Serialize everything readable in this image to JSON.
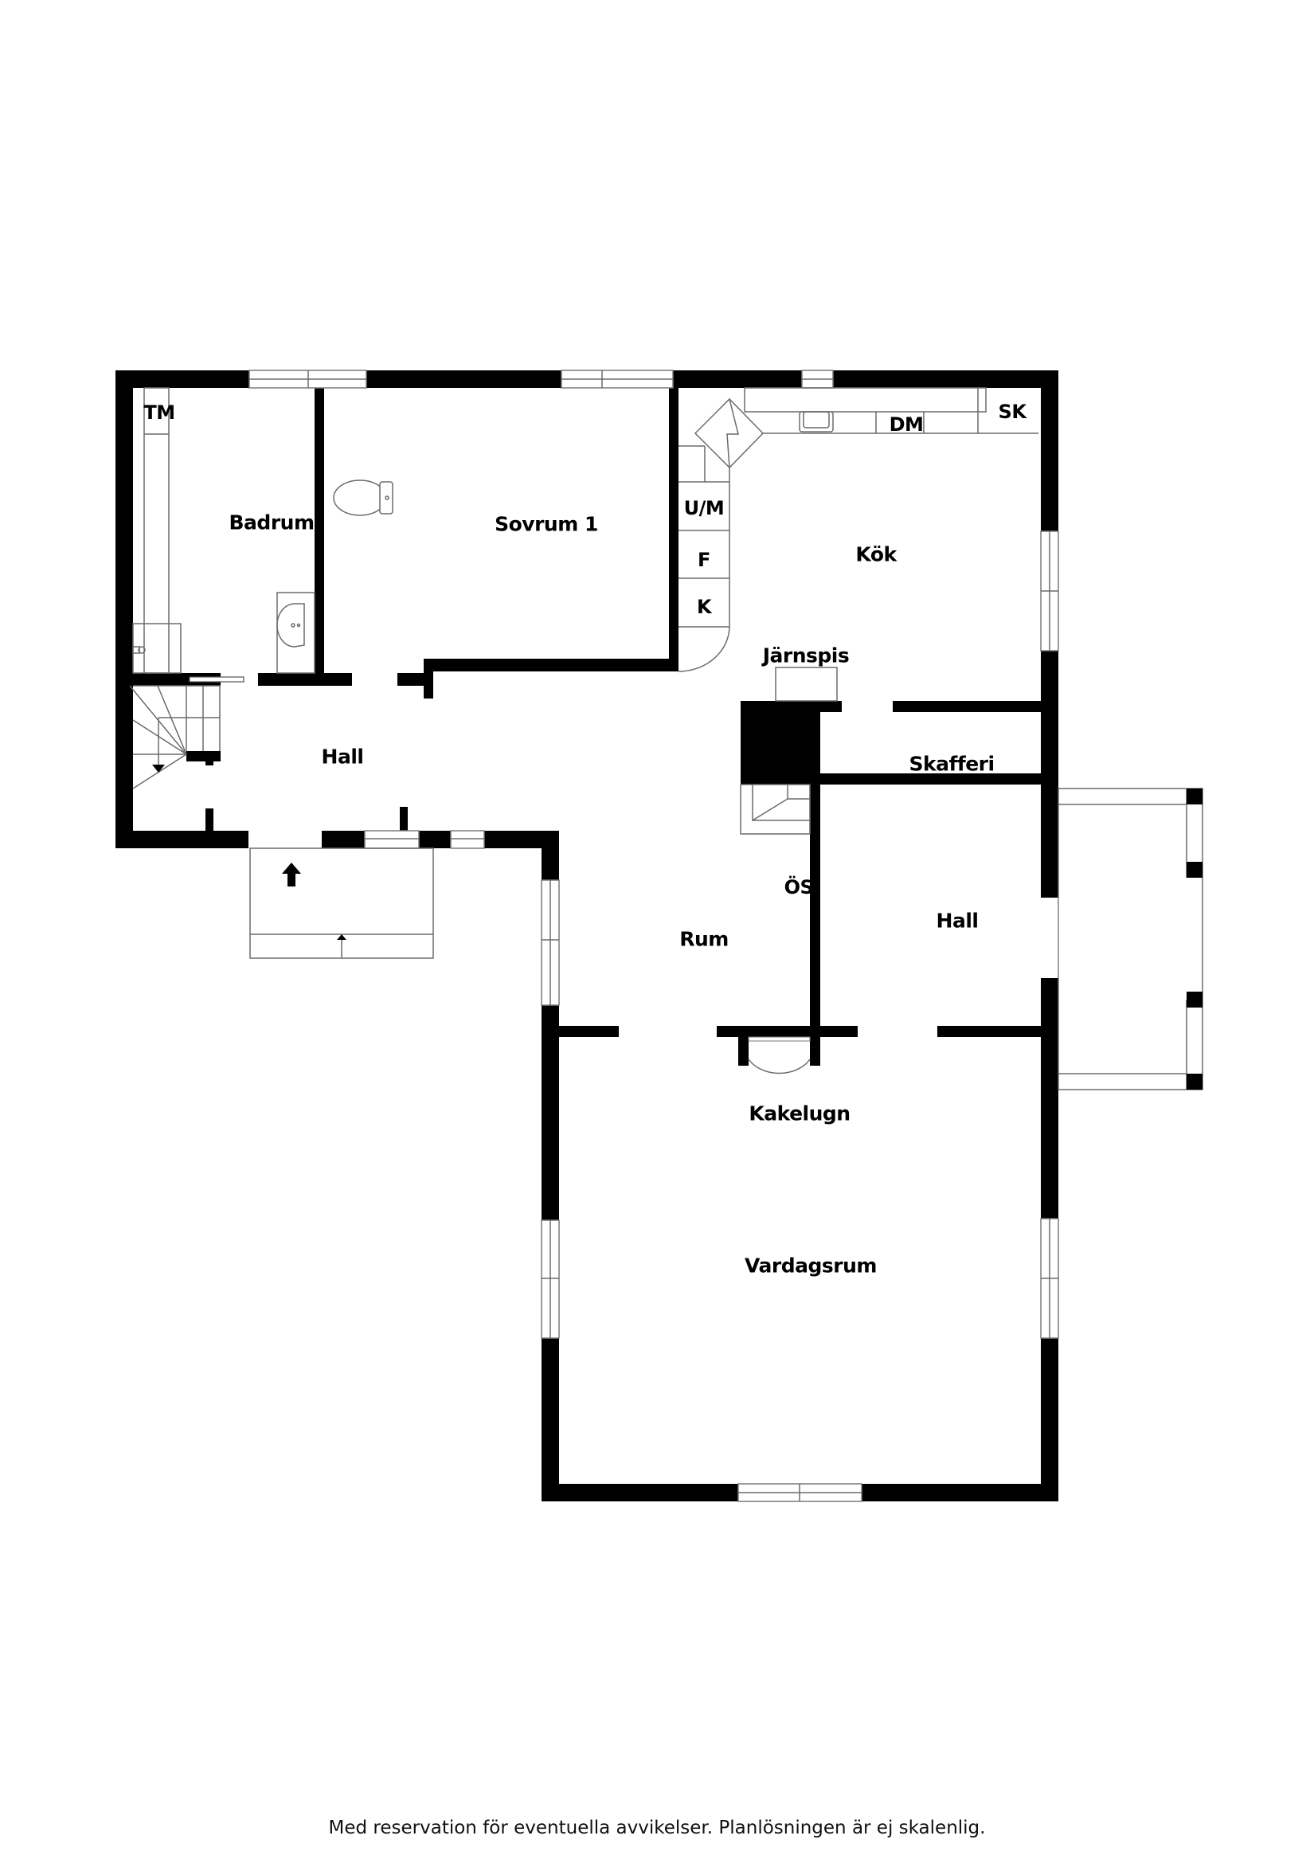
{
  "floorplan": {
    "rooms": {
      "badrum": "Badrum",
      "sovrum1": "Sovrum 1",
      "kok": "Kök",
      "hall_west": "Hall",
      "hall_east": "Hall",
      "skafferi": "Skafferi",
      "rum": "Rum",
      "vardagsrum": "Vardagsrum"
    },
    "fixtures": {
      "tm": "TM",
      "dm": "DM",
      "sk": "SK",
      "um": "U/M",
      "f": "F",
      "k": "K",
      "jarnspis": "Järnspis",
      "os": "ÖS",
      "kakelugn": "Kakelugn"
    },
    "icons": [
      "entrance-arrow-icon",
      "stair-down-arrow-icon",
      "toilet-icon",
      "washbasin-icon",
      "sink-icon",
      "stove-lightning-icon"
    ]
  },
  "footer": {
    "disclaimer": "Med reservation för eventuella avvikelser. Planlösningen är ej skalenlig."
  }
}
